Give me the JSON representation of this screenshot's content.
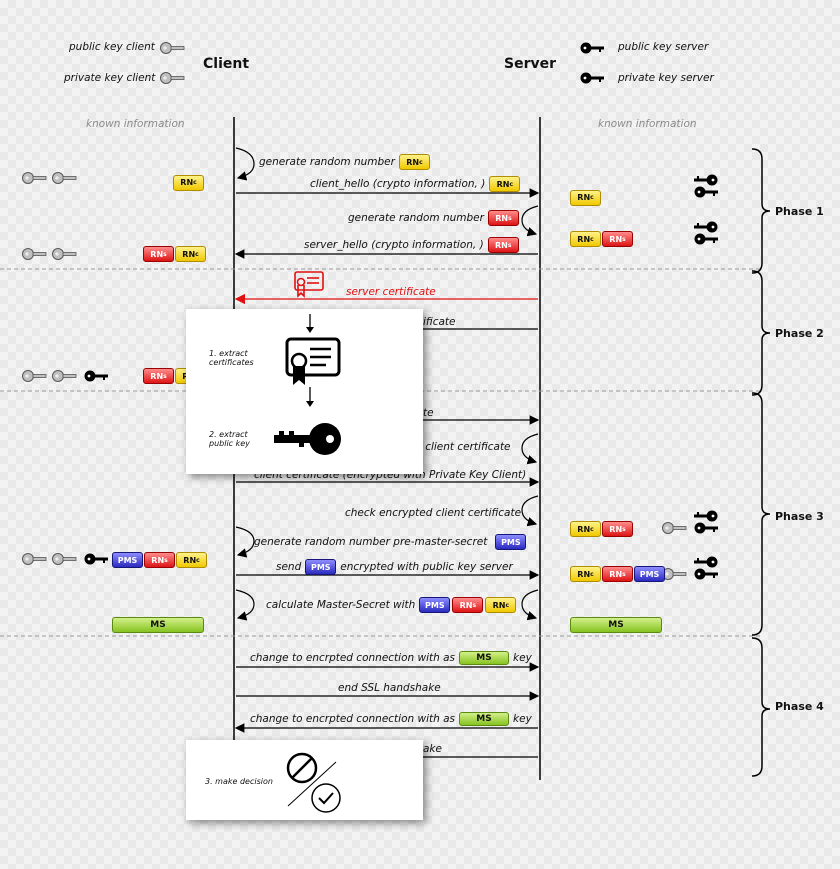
{
  "legend": {
    "public_key_client": "public key client",
    "private_key_client": "private key client",
    "public_key_server": "public key server",
    "private_key_server": "private key server"
  },
  "headers": {
    "client": "Client",
    "server": "Server"
  },
  "known_information": "known information",
  "phases": [
    "Phase 1",
    "Phase 2",
    "Phase 3",
    "Phase 4"
  ],
  "badges": {
    "rn": "RN",
    "sub_c": "c",
    "sub_s": "s",
    "pms": "PMS",
    "ms": "MS"
  },
  "messages": {
    "gen_rn_client": "generate random number",
    "client_hello": "client_hello (crypto information, )",
    "gen_rn_server": "generate random number",
    "server_hello": "server_hello (crypto information, )",
    "server_certificate": "server certificate",
    "partial_certificate": "ificate",
    "partial_te": "te",
    "check_client_cert_partial": "ck client certificate",
    "client_cert_encrypted": "client certificate (encrypted with Private Key Client)",
    "check_encrypted_client_cert": "check encrypted client certificate",
    "gen_pms": "generate random number pre-master-secret",
    "send": "send",
    "send_rest": "encrypted with public key server",
    "calc_ms": "calculate Master-Secret with",
    "change_enc_1": "change to encrpted connection with as",
    "key_1": "key",
    "end_ssl": "end SSL handshake",
    "change_enc_2": "change to encrpted connection with as",
    "key_2": "key",
    "partial_ake": "ake"
  },
  "popups": {
    "extract_certificates": "1. extract\ncertificates",
    "extract_public_key": "2. extract\npublic key",
    "make_decision": "3. make decision"
  },
  "colors": {
    "rn_client": "#f0c800",
    "rn_server": "#dd1414",
    "pms": "#2a2abf",
    "ms": "#86c320",
    "server_certificate": "#e01010"
  }
}
